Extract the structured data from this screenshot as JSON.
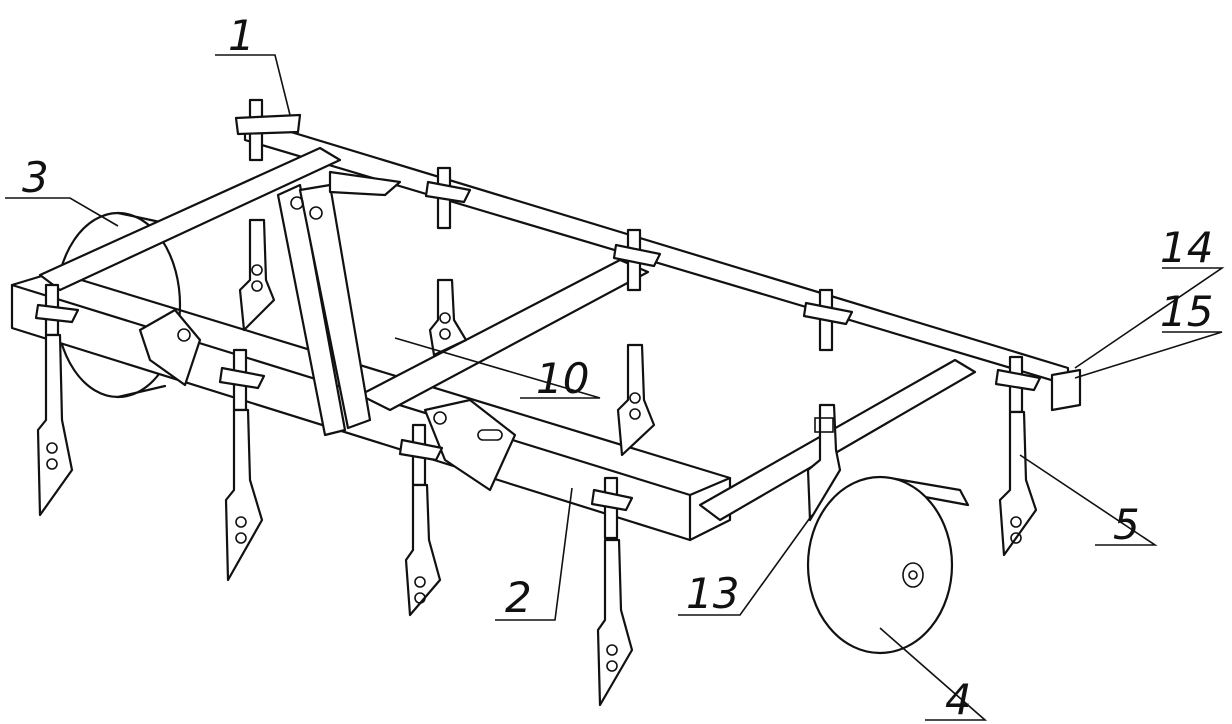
{
  "diagram": {
    "labels": [
      {
        "id": "l1",
        "text": "1"
      },
      {
        "id": "l2",
        "text": "2"
      },
      {
        "id": "l3",
        "text": "3"
      },
      {
        "id": "l4",
        "text": "4"
      },
      {
        "id": "l5",
        "text": "5"
      },
      {
        "id": "l10",
        "text": "10"
      },
      {
        "id": "l13",
        "text": "13"
      },
      {
        "id": "l14",
        "text": "14"
      },
      {
        "id": "l15",
        "text": "15"
      }
    ]
  }
}
